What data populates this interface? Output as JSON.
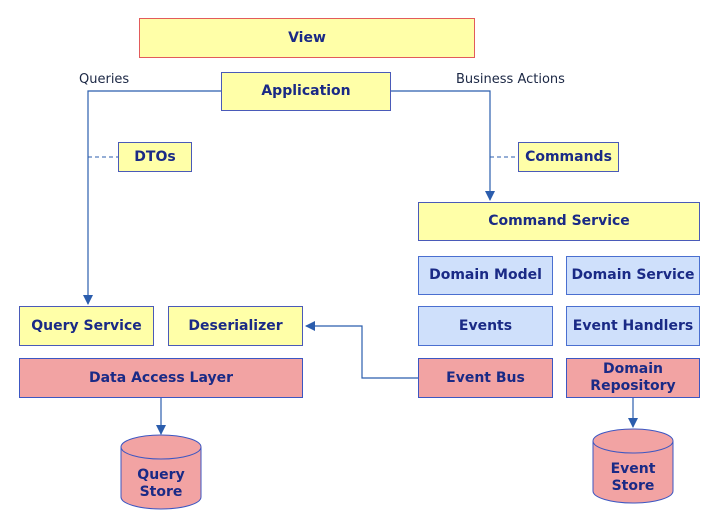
{
  "view": "View",
  "application": "Application",
  "queries_label": "Queries",
  "business_actions_label": "Business Actions",
  "dtos": "DTOs",
  "commands": "Commands",
  "command_service": "Command Service",
  "domain_model": "Domain Model",
  "domain_service": "Domain Service",
  "events": "Events",
  "event_handlers": "Event Handlers",
  "query_service": "Query Service",
  "deserializer": "Deserializer",
  "data_access_layer": "Data Access Layer",
  "event_bus": "Event Bus",
  "domain_repository": "Domain Repository",
  "query_store": "Query Store",
  "event_store": "Event Store",
  "colors": {
    "yellow": "#ffffa8",
    "blue": "#cfe0fb",
    "pink": "#f2a3a3",
    "text": "#1a2a86",
    "line": "#2b5dad"
  }
}
